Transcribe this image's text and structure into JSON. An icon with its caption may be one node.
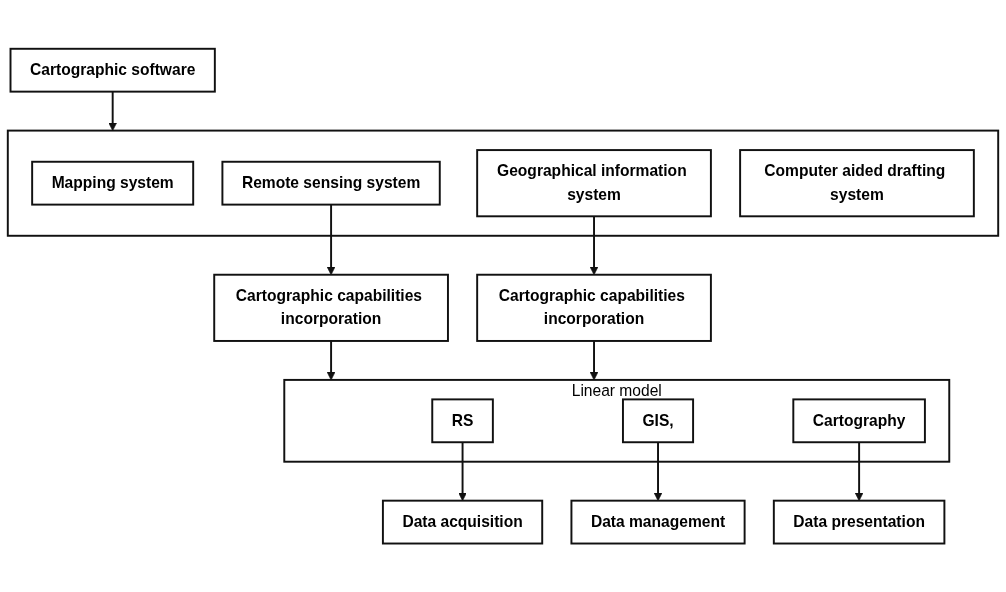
{
  "diagram": {
    "nodes": [
      {
        "text": [
          "Cartographic software"
        ]
      },
      {
        "text": [],
        "shape": "box"
      },
      {
        "text": [
          "Mapping system"
        ],
        "in": 1
      },
      {
        "text": [
          "Remote sensing system"
        ],
        "in": 1
      },
      {
        "text": [
          "Geographical information system"
        ],
        "in": 1
      },
      {
        "text": [
          "Computer aided drafting system"
        ],
        "in": 1
      },
      {
        "text": [
          "Cartographic capabilities incorporation"
        ]
      },
      {
        "text": [
          "Cartographic capabilities incorporation"
        ]
      },
      {
        "text": [
          "Linear model"
        ]
      },
      {
        "text": [
          "RS"
        ],
        "in": 8
      },
      {
        "text": [
          "GIS,"
        ],
        "in": 8
      },
      {
        "text": [
          "Cartography"
        ],
        "in": 8
      },
      {
        "text": [
          "Data acquisition"
        ]
      },
      {
        "text": [
          "Data management"
        ]
      },
      {
        "text": [
          "Data presentation"
        ]
      }
    ],
    "edges": [
      {
        "from": 0,
        "to": 1,
        "arrow": "to"
      },
      {
        "from": 3,
        "to": 6,
        "arrow": "to"
      },
      {
        "from": 4,
        "to": 7,
        "arrow": "to"
      },
      {
        "from": 6,
        "to": 8,
        "arrow": "to"
      },
      {
        "from": 7,
        "to": 8,
        "arrow": "to"
      },
      {
        "from": 9,
        "to": 12,
        "arrow": "to"
      },
      {
        "from": 10,
        "to": 13,
        "arrow": "to"
      },
      {
        "from": 11,
        "to": 14,
        "arrow": "to"
      }
    ]
  }
}
